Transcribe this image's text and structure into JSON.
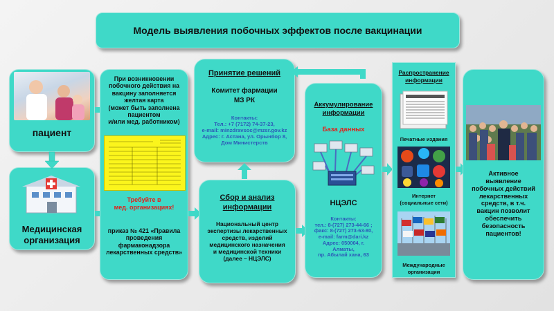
{
  "title": "Модель выявления побочных эффектов после вакцинации",
  "patient": {
    "label": "пациент"
  },
  "medorg": {
    "label_line1": "Медицинская",
    "label_line2": "организация"
  },
  "card": {
    "l1": "При возникновении",
    "l2": "побочного действия на",
    "l3": "вакцину заполняется",
    "l4": "желтая карта",
    "l5": "(может быть заполнена",
    "l6": "пациентом",
    "l7": "и/или мед. работником)",
    "req1": "Требуйте в",
    "req2": "мед. организациях!",
    "o1": "приказ № 421 «Правила",
    "o2": "проведения",
    "o3": "фармаконадзора",
    "o4": "лекарственных средств»"
  },
  "decision": {
    "header": "Принятие решений",
    "org1": "Комитет фармации",
    "org2": "МЗ РК",
    "contacts_title": "Контакты:",
    "c1": "Тел.:  +7 (7172) 74-37-23,",
    "c2": "e-mail: minzdravsoc@mzsr.gov.kz",
    "c3": "Адрес: г. Астана, ул. Орынбор 8,",
    "c4": "Дом Министерств"
  },
  "collect": {
    "header1": "Сбор и анализ",
    "header2": "информации",
    "b1": "Национальный центр",
    "b2": "экспертизы лекарственных",
    "b3": "средств, изделий",
    "b4": "медицинского назначения",
    "b5": "и медицинской техники",
    "b6": "(далее – НЦЭЛС)"
  },
  "accum": {
    "header1": "Аккумулирование",
    "header2": "информации",
    "db": "База данных",
    "name": "НЦЭЛС",
    "contacts_title": "Контакты:",
    "c1": "тел.: 8-(727) 273-44-66 ;",
    "c2": "факс: 8-(727) 273-63-80,",
    "c3": "e-mail: farm@dari.kz",
    "c4": "Адрес: 050004, г.",
    "c5": "Алматы,",
    "c6": "пр. Абылай хана, 63"
  },
  "distrib": {
    "header1": "Распространение",
    "header2": "информации",
    "print": "Печатные издания",
    "net1": "Интернет",
    "net2": "(социальные сети)",
    "intl1": "Международные",
    "intl2": "организации"
  },
  "result": {
    "l1": "Активное",
    "l2": "выявление",
    "l3": "побочных действий",
    "l4": "лекарственных",
    "l5": "средств, в т.ч.",
    "l6": "вакцин позволит",
    "l7": "обеспечить",
    "l8": "безопасность",
    "l9": "пациентов!"
  },
  "colors": {
    "box": "#3fd9c8",
    "arrow": "#3fd9c8",
    "red": "#e0201a",
    "blue": "#2c5ab8"
  }
}
